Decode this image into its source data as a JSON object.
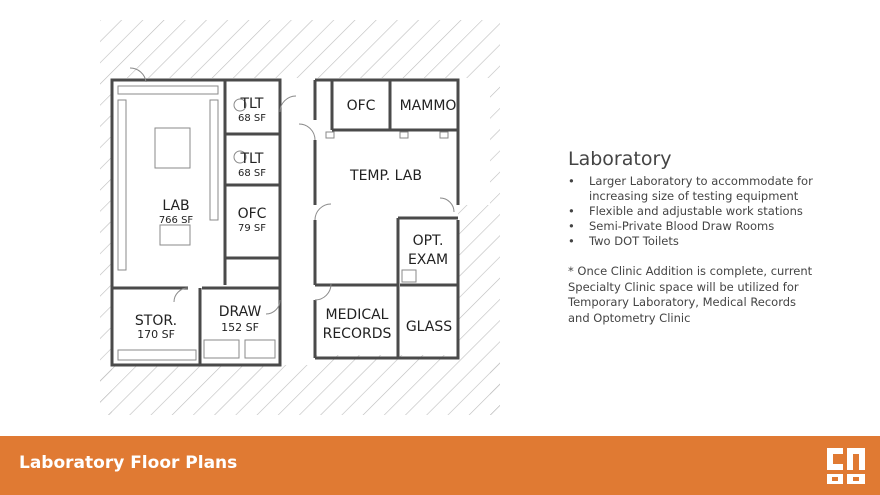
{
  "rooms": [
    {
      "id": "lab",
      "label": "LAB",
      "area": "766 SF"
    },
    {
      "id": "tlt-1",
      "label": "TLT",
      "area": "68 SF"
    },
    {
      "id": "tlt-2",
      "label": "TLT",
      "area": "68 SF"
    },
    {
      "id": "ofc-lab",
      "label": "OFC",
      "area": "79 SF"
    },
    {
      "id": "stor",
      "label": "STOR.",
      "area": "170 SF"
    },
    {
      "id": "draw",
      "label": "DRAW",
      "area": "152 SF"
    },
    {
      "id": "ofc-top",
      "label": "OFC"
    },
    {
      "id": "mammo",
      "label": "MAMMO"
    },
    {
      "id": "temp-lab",
      "label": "TEMP. LAB"
    },
    {
      "id": "opt-exam",
      "label": "OPT.\nEXAM"
    },
    {
      "id": "medical-records",
      "label": "MEDICAL\nRECORDS"
    },
    {
      "id": "glass",
      "label": "GLASS"
    }
  ],
  "info": {
    "title": "Laboratory",
    "bullets": [
      "Larger Laboratory to accommodate for increasing size of testing equipment",
      "Flexible and adjustable work stations",
      "Semi-Private Blood Draw Rooms",
      "Two DOT Toilets"
    ],
    "note": "* Once Clinic Addition is complete, current Specialty Clinic space will be utilized for Temporary Laboratory, Medical Records and Optometry Clinic"
  },
  "footer": {
    "title": "Laboratory Floor Plans"
  },
  "colors": {
    "footer_bg": "#e07a33",
    "logo": "#e07a33"
  }
}
